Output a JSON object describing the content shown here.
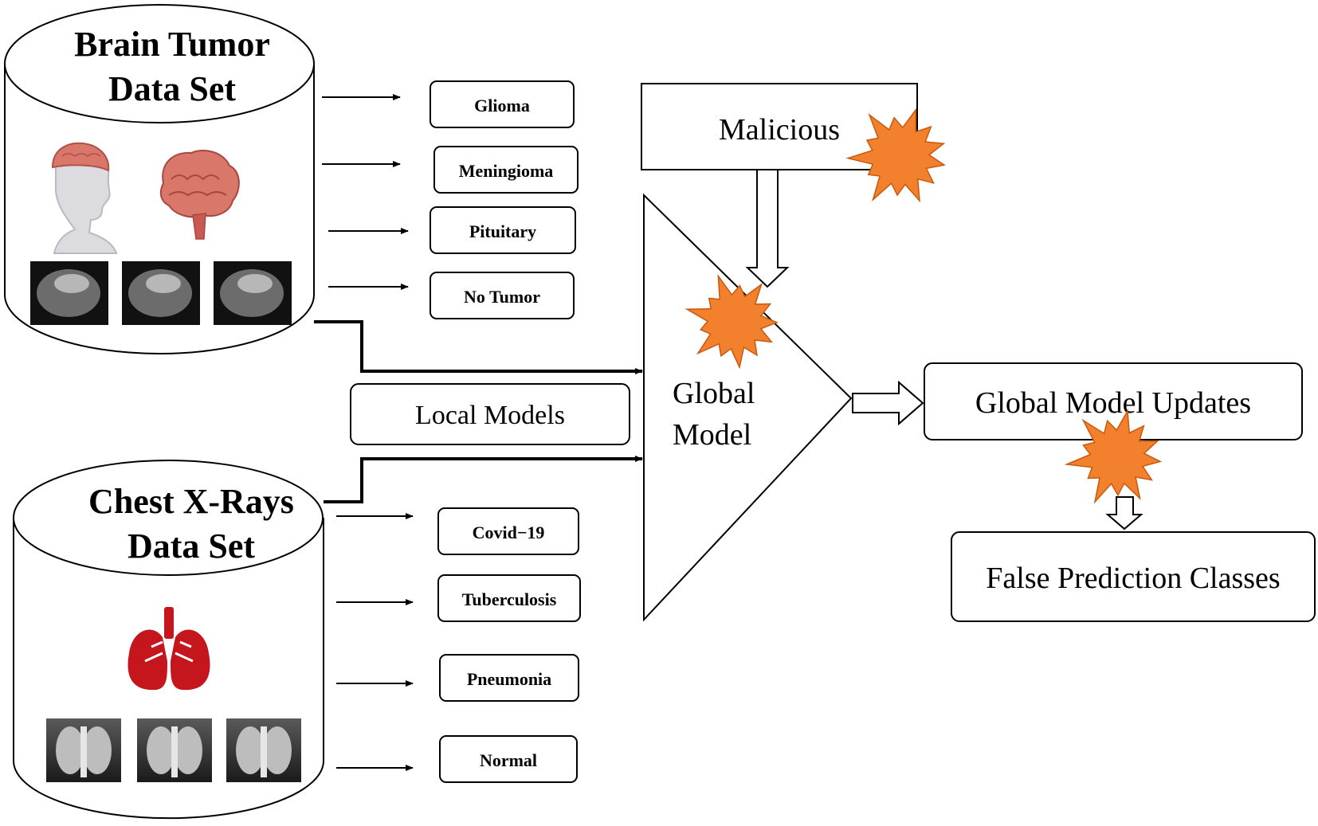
{
  "datasets": {
    "brain": {
      "title_line1": "Brain Tumor",
      "title_line2": "Data Set",
      "classes": [
        "Glioma",
        "Meningioma",
        "Pituitary",
        "No Tumor"
      ]
    },
    "chest": {
      "title_line1": "Chest X-Rays",
      "title_line2": "Data Set",
      "classes": [
        "Covid−19",
        "Tuberculosis",
        "Pneumonia",
        "Normal"
      ]
    }
  },
  "local_models": {
    "label": "Local Models"
  },
  "malicious": {
    "label": "Malicious"
  },
  "global_model": {
    "line1": "Global",
    "line2": "Model"
  },
  "global_updates": {
    "label": "Global Model Updates"
  },
  "false_prediction": {
    "label": "False Prediction Classes"
  },
  "colors": {
    "burst": "#f2802c",
    "lung": "#c4161c",
    "brain": "#d9776a",
    "stroke": "#000000"
  },
  "icons": [
    "head-brain-icon",
    "brain-icon",
    "mri-scan-icon",
    "lungs-icon",
    "chest-xray-icon",
    "burst-icon"
  ]
}
